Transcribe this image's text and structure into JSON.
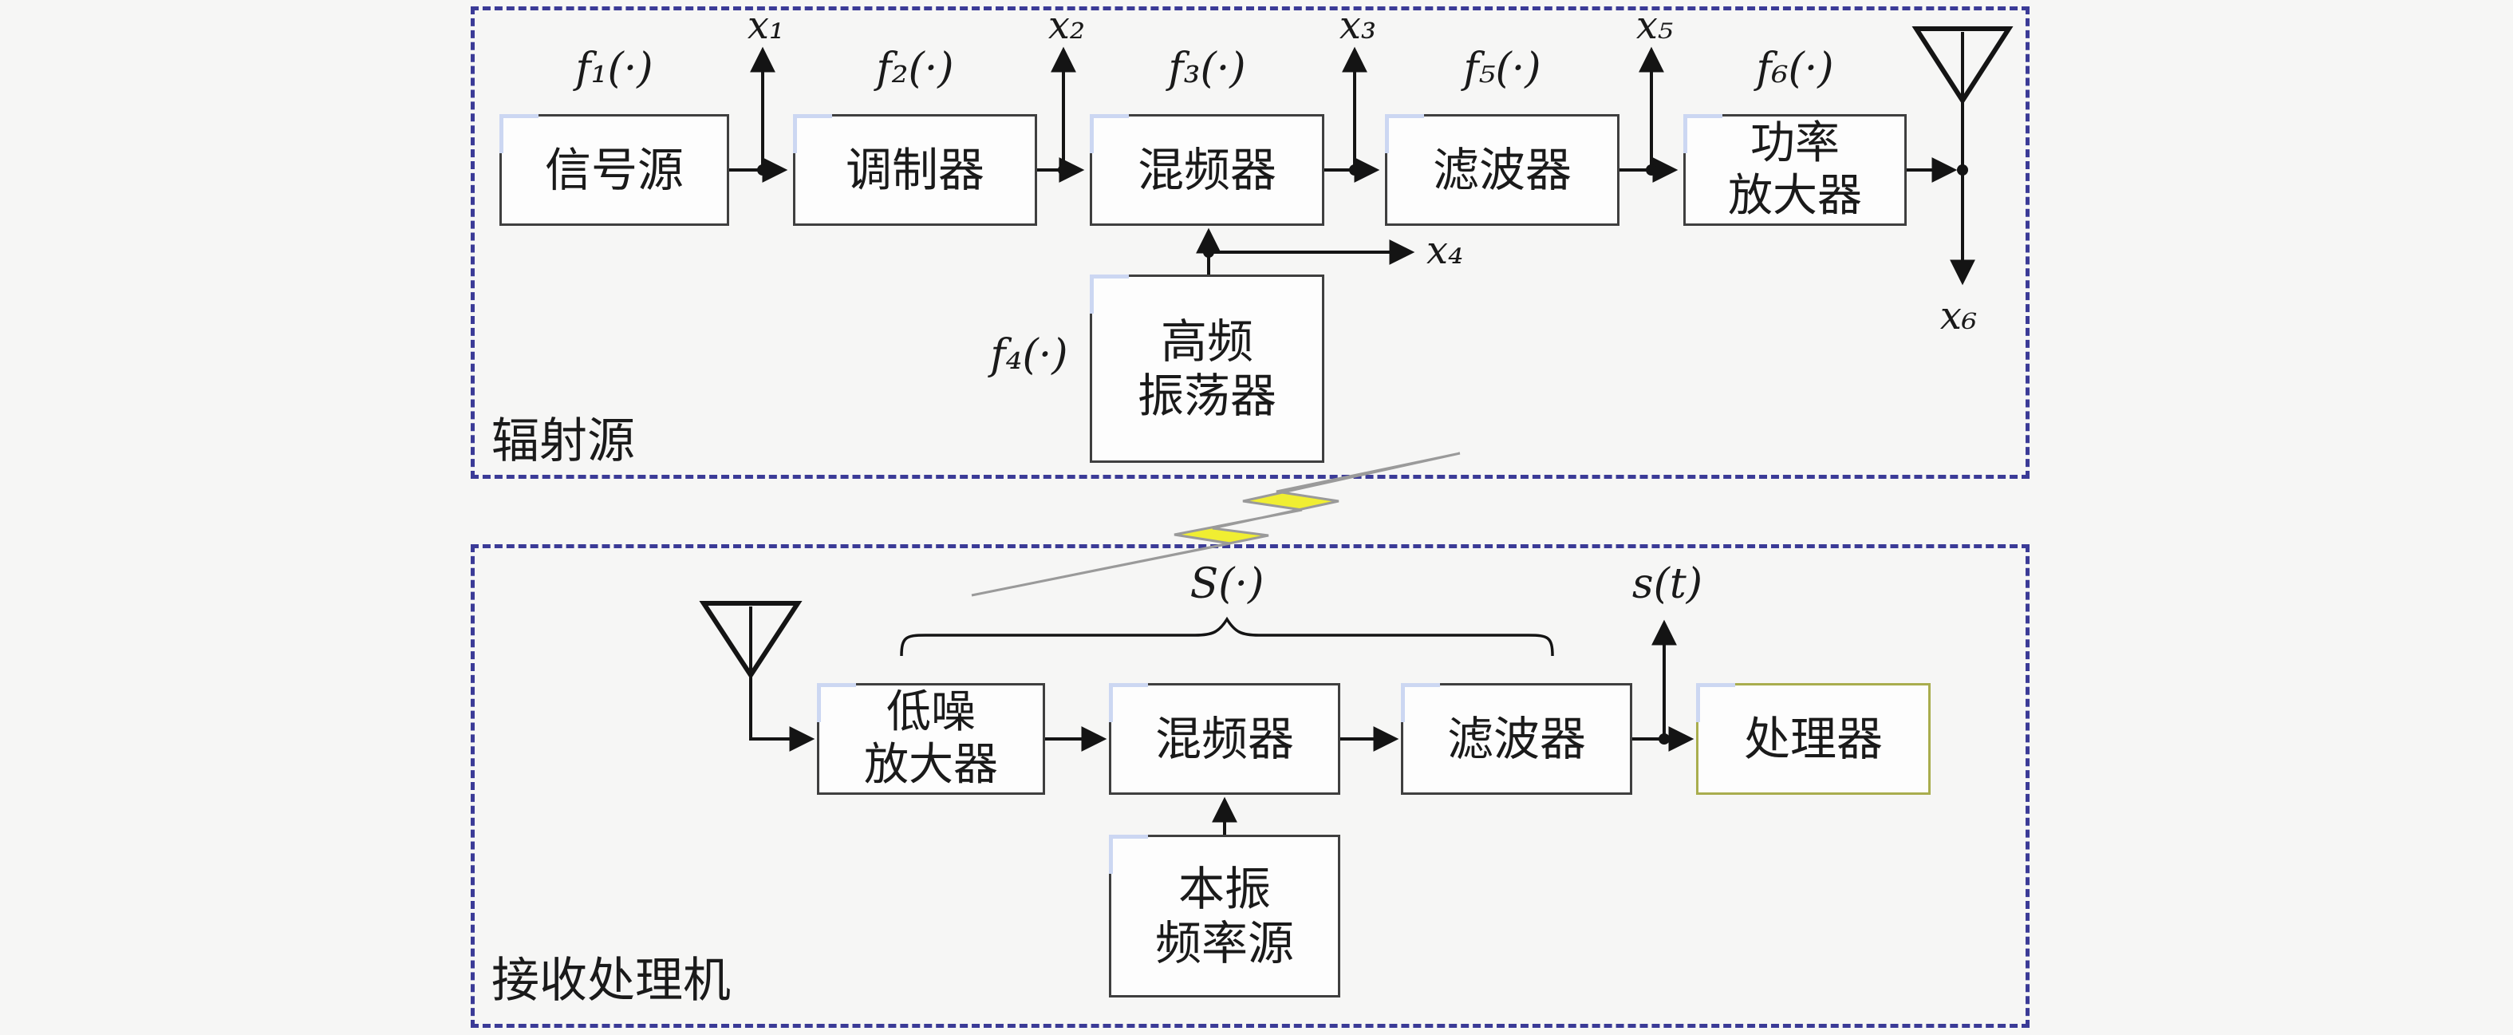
{
  "transmitter": {
    "section_label": "辐射源",
    "blocks": [
      {
        "fn": "f₁(·)",
        "line1": "信号源",
        "tap": "x₁"
      },
      {
        "fn": "f₂(·)",
        "line1": "调制器",
        "tap": "x₂"
      },
      {
        "fn": "f₃(·)",
        "line1": "混频器",
        "tap": "x₃"
      },
      {
        "fn": "f₅(·)",
        "line1": "滤波器",
        "tap": "x₅"
      },
      {
        "fn": "f₆(·)",
        "line1": "功率",
        "line2": "放大器"
      }
    ],
    "oscillator": {
      "fn": "f₄(·)",
      "line1": "高频",
      "line2": "振荡器",
      "tap": "x₄"
    },
    "antenna_tap": "x₆"
  },
  "receiver": {
    "section_label": "接收处理机",
    "blocks": [
      {
        "line1": "低噪",
        "line2": "放大器"
      },
      {
        "line1": "混频器"
      },
      {
        "line1": "滤波器"
      },
      {
        "line1": "处理器"
      }
    ],
    "oscillator": {
      "line1": "本振",
      "line2": "频率源"
    },
    "brace_label": "S(·)",
    "output_label": "s(t)"
  },
  "colors": {
    "background": "#f6f6f5",
    "panel_border": "#3b3b97",
    "box_border": "#3f3f3f",
    "box_fill": "#fdfdfd",
    "line": "#141414",
    "text": "#1a1a1a",
    "bolt_yellow": "#f0ee32",
    "bolt_gray": "#c2c2c2",
    "bolt_stroke": "#9a9a9a",
    "corner_tick": "#ccd7f2",
    "processor_border": "#a9ad4e"
  }
}
